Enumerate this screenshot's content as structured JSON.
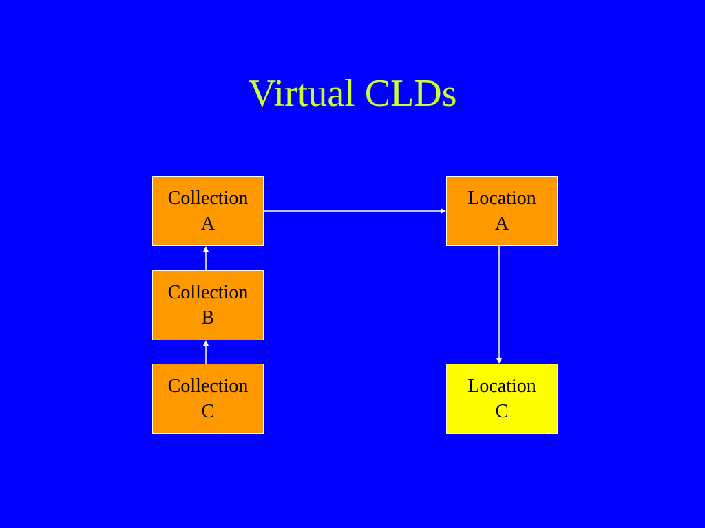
{
  "slide": {
    "title": "Virtual CLDs",
    "background_color": "#0000ff",
    "title_color": "#ccff33"
  },
  "nodes": {
    "collection_a": {
      "line1": "Collection",
      "line2": "A",
      "color": "#ff9900"
    },
    "collection_b": {
      "line1": "Collection",
      "line2": "B",
      "color": "#ff9900"
    },
    "collection_c": {
      "line1": "Collection",
      "line2": "C",
      "color": "#ff9900"
    },
    "location_a": {
      "line1": "Location",
      "line2": "A",
      "color": "#ff9900"
    },
    "location_c": {
      "line1": "Location",
      "line2": "C",
      "color": "#ffff00"
    }
  },
  "edges": [
    {
      "from": "collection_a",
      "to": "location_a"
    },
    {
      "from": "collection_b",
      "to": "collection_a"
    },
    {
      "from": "collection_c",
      "to": "collection_b"
    },
    {
      "from": "location_a",
      "to": "location_c"
    }
  ]
}
